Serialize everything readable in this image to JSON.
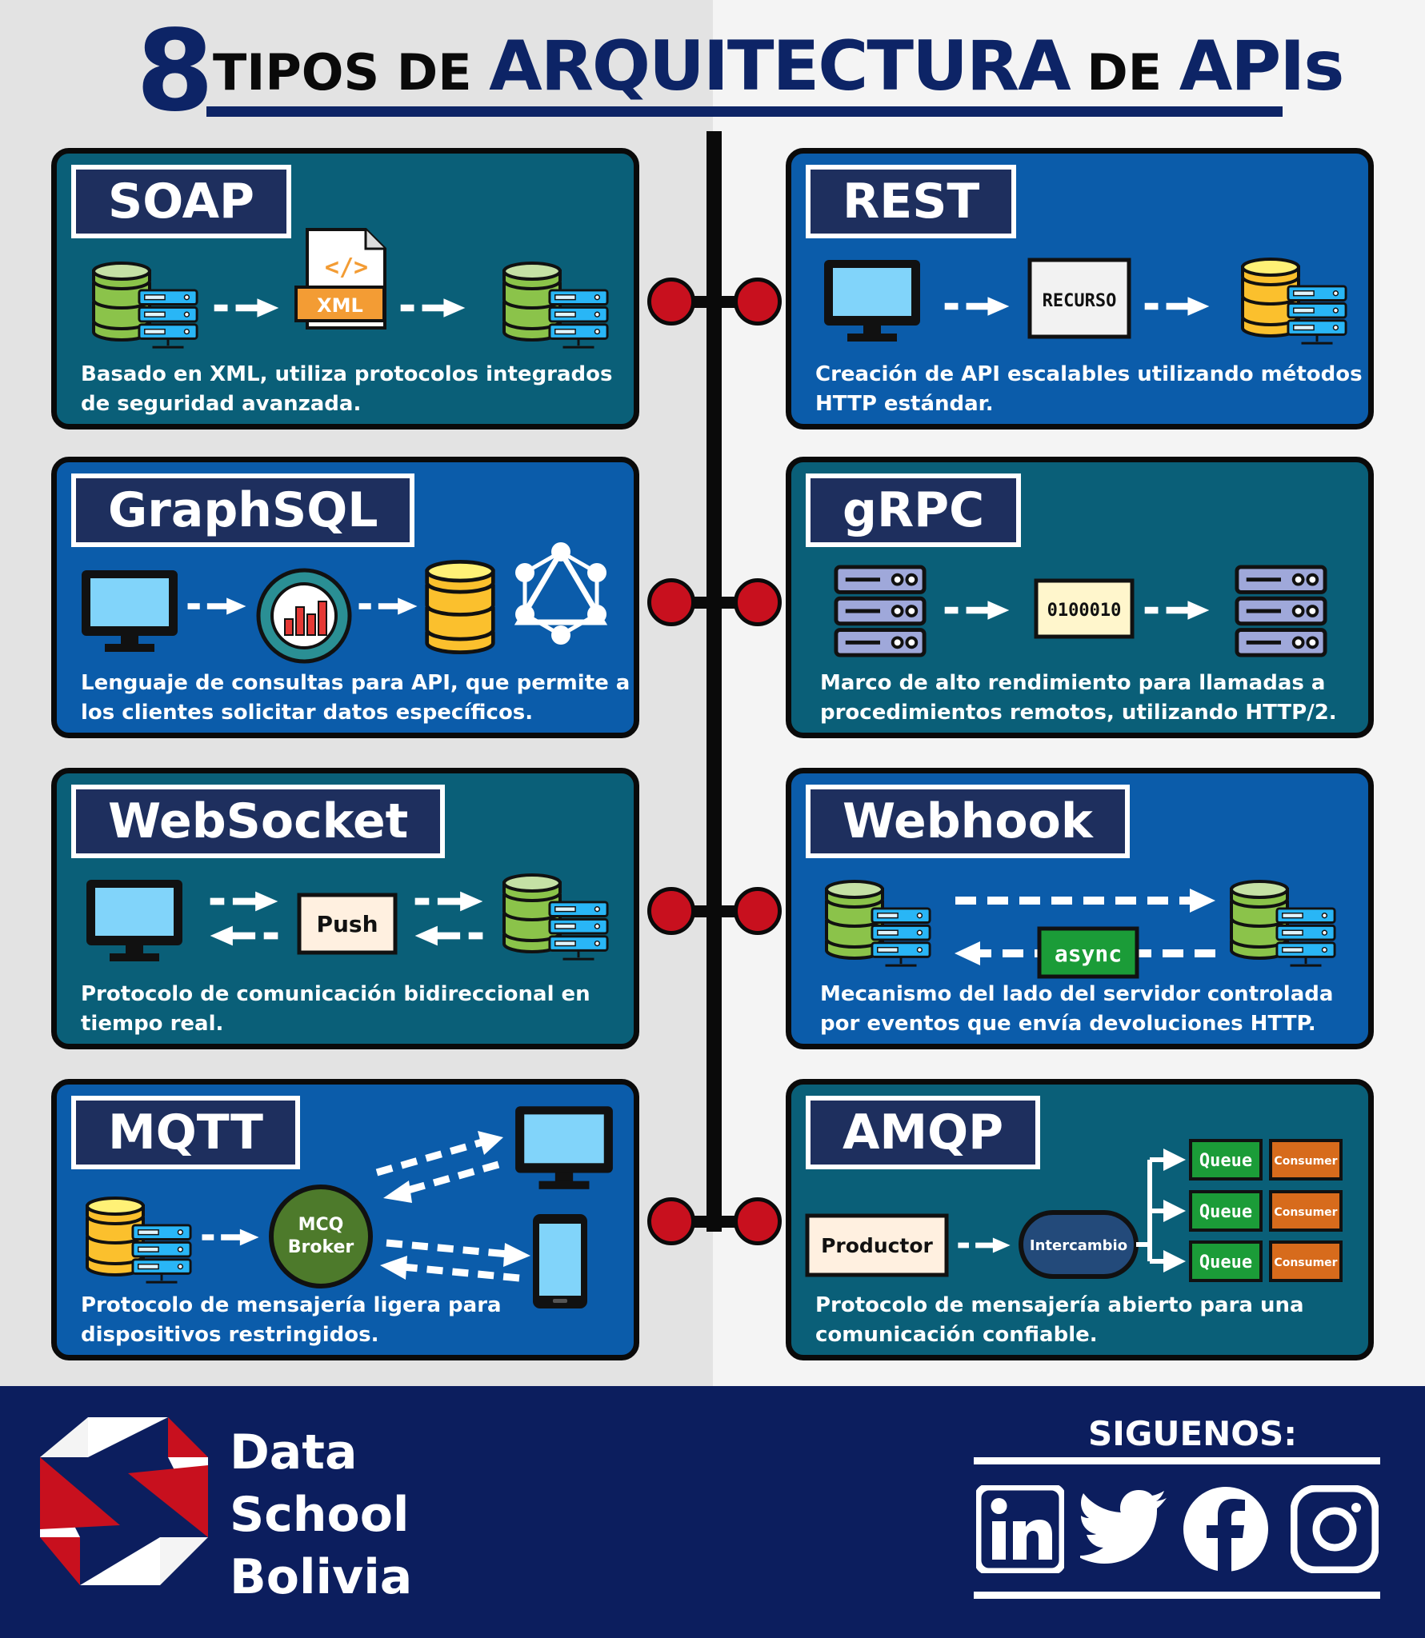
{
  "title": {
    "number": "8",
    "part1": "TIPOS DE ",
    "part2": "ARQUITECTURA",
    "part3": " DE ",
    "part4": "APIs"
  },
  "cards": {
    "soap": {
      "label": "SOAP",
      "description": "Basado en XML, utiliza protocolos integrados de seguridad avanzada.",
      "badge": "XML"
    },
    "rest": {
      "label": "REST",
      "description": "Creación de API escalables utilizando métodos HTTP estándar.",
      "badge": "RECURSO"
    },
    "graphsql": {
      "label": "GraphSQL",
      "description": "Lenguaje de consultas para API, que permite a los clientes solicitar datos específicos."
    },
    "grpc": {
      "label": "gRPC",
      "description": "Marco de alto rendimiento para llamadas a procedimientos remotos, utilizando HTTP/2.",
      "badge": "0100010"
    },
    "websocket": {
      "label": "WebSocket",
      "description": "Protocolo de comunicación bidireccional en tiempo real.",
      "badge": "Push"
    },
    "webhook": {
      "label": "Webhook",
      "description": "Mecanismo del lado del servidor controlada por eventos que envía devoluciones HTTP.",
      "badge": "async"
    },
    "mqtt": {
      "label": "MQTT",
      "description": "Protocolo de mensajería ligera para dispositivos restringidos.",
      "broker_line1": "MCQ",
      "broker_line2": "Broker"
    },
    "amqp": {
      "label": "AMQP",
      "description": "Protocolo de mensajería abierto para una comunicación confiable.",
      "producer": "Productor",
      "exchange": "Intercambio",
      "queue": "Queue",
      "consumer": "Consumer"
    }
  },
  "brand": {
    "line1": "Data",
    "line2": "School",
    "line3": "Bolivia"
  },
  "follow": {
    "label": "SIGUENOS:",
    "icons": [
      "linkedin-icon",
      "twitter-icon",
      "facebook-icon",
      "instagram-icon"
    ]
  },
  "colors": {
    "navy": "#0c1e5e",
    "title_blue": "#0d2466",
    "card_teal": "#0a5f78",
    "card_blue": "#0b5caa",
    "knob_red": "#c8101e",
    "db_green": "#8bc34a",
    "db_yellow": "#fbc02d",
    "server_purple": "#9fa8da",
    "rack_cyan": "#29b6f6",
    "screen_cyan": "#81d4fa",
    "queue_green": "#1b9c38",
    "consumer_orange": "#d76b1c",
    "xml_orange": "#f39c34"
  }
}
